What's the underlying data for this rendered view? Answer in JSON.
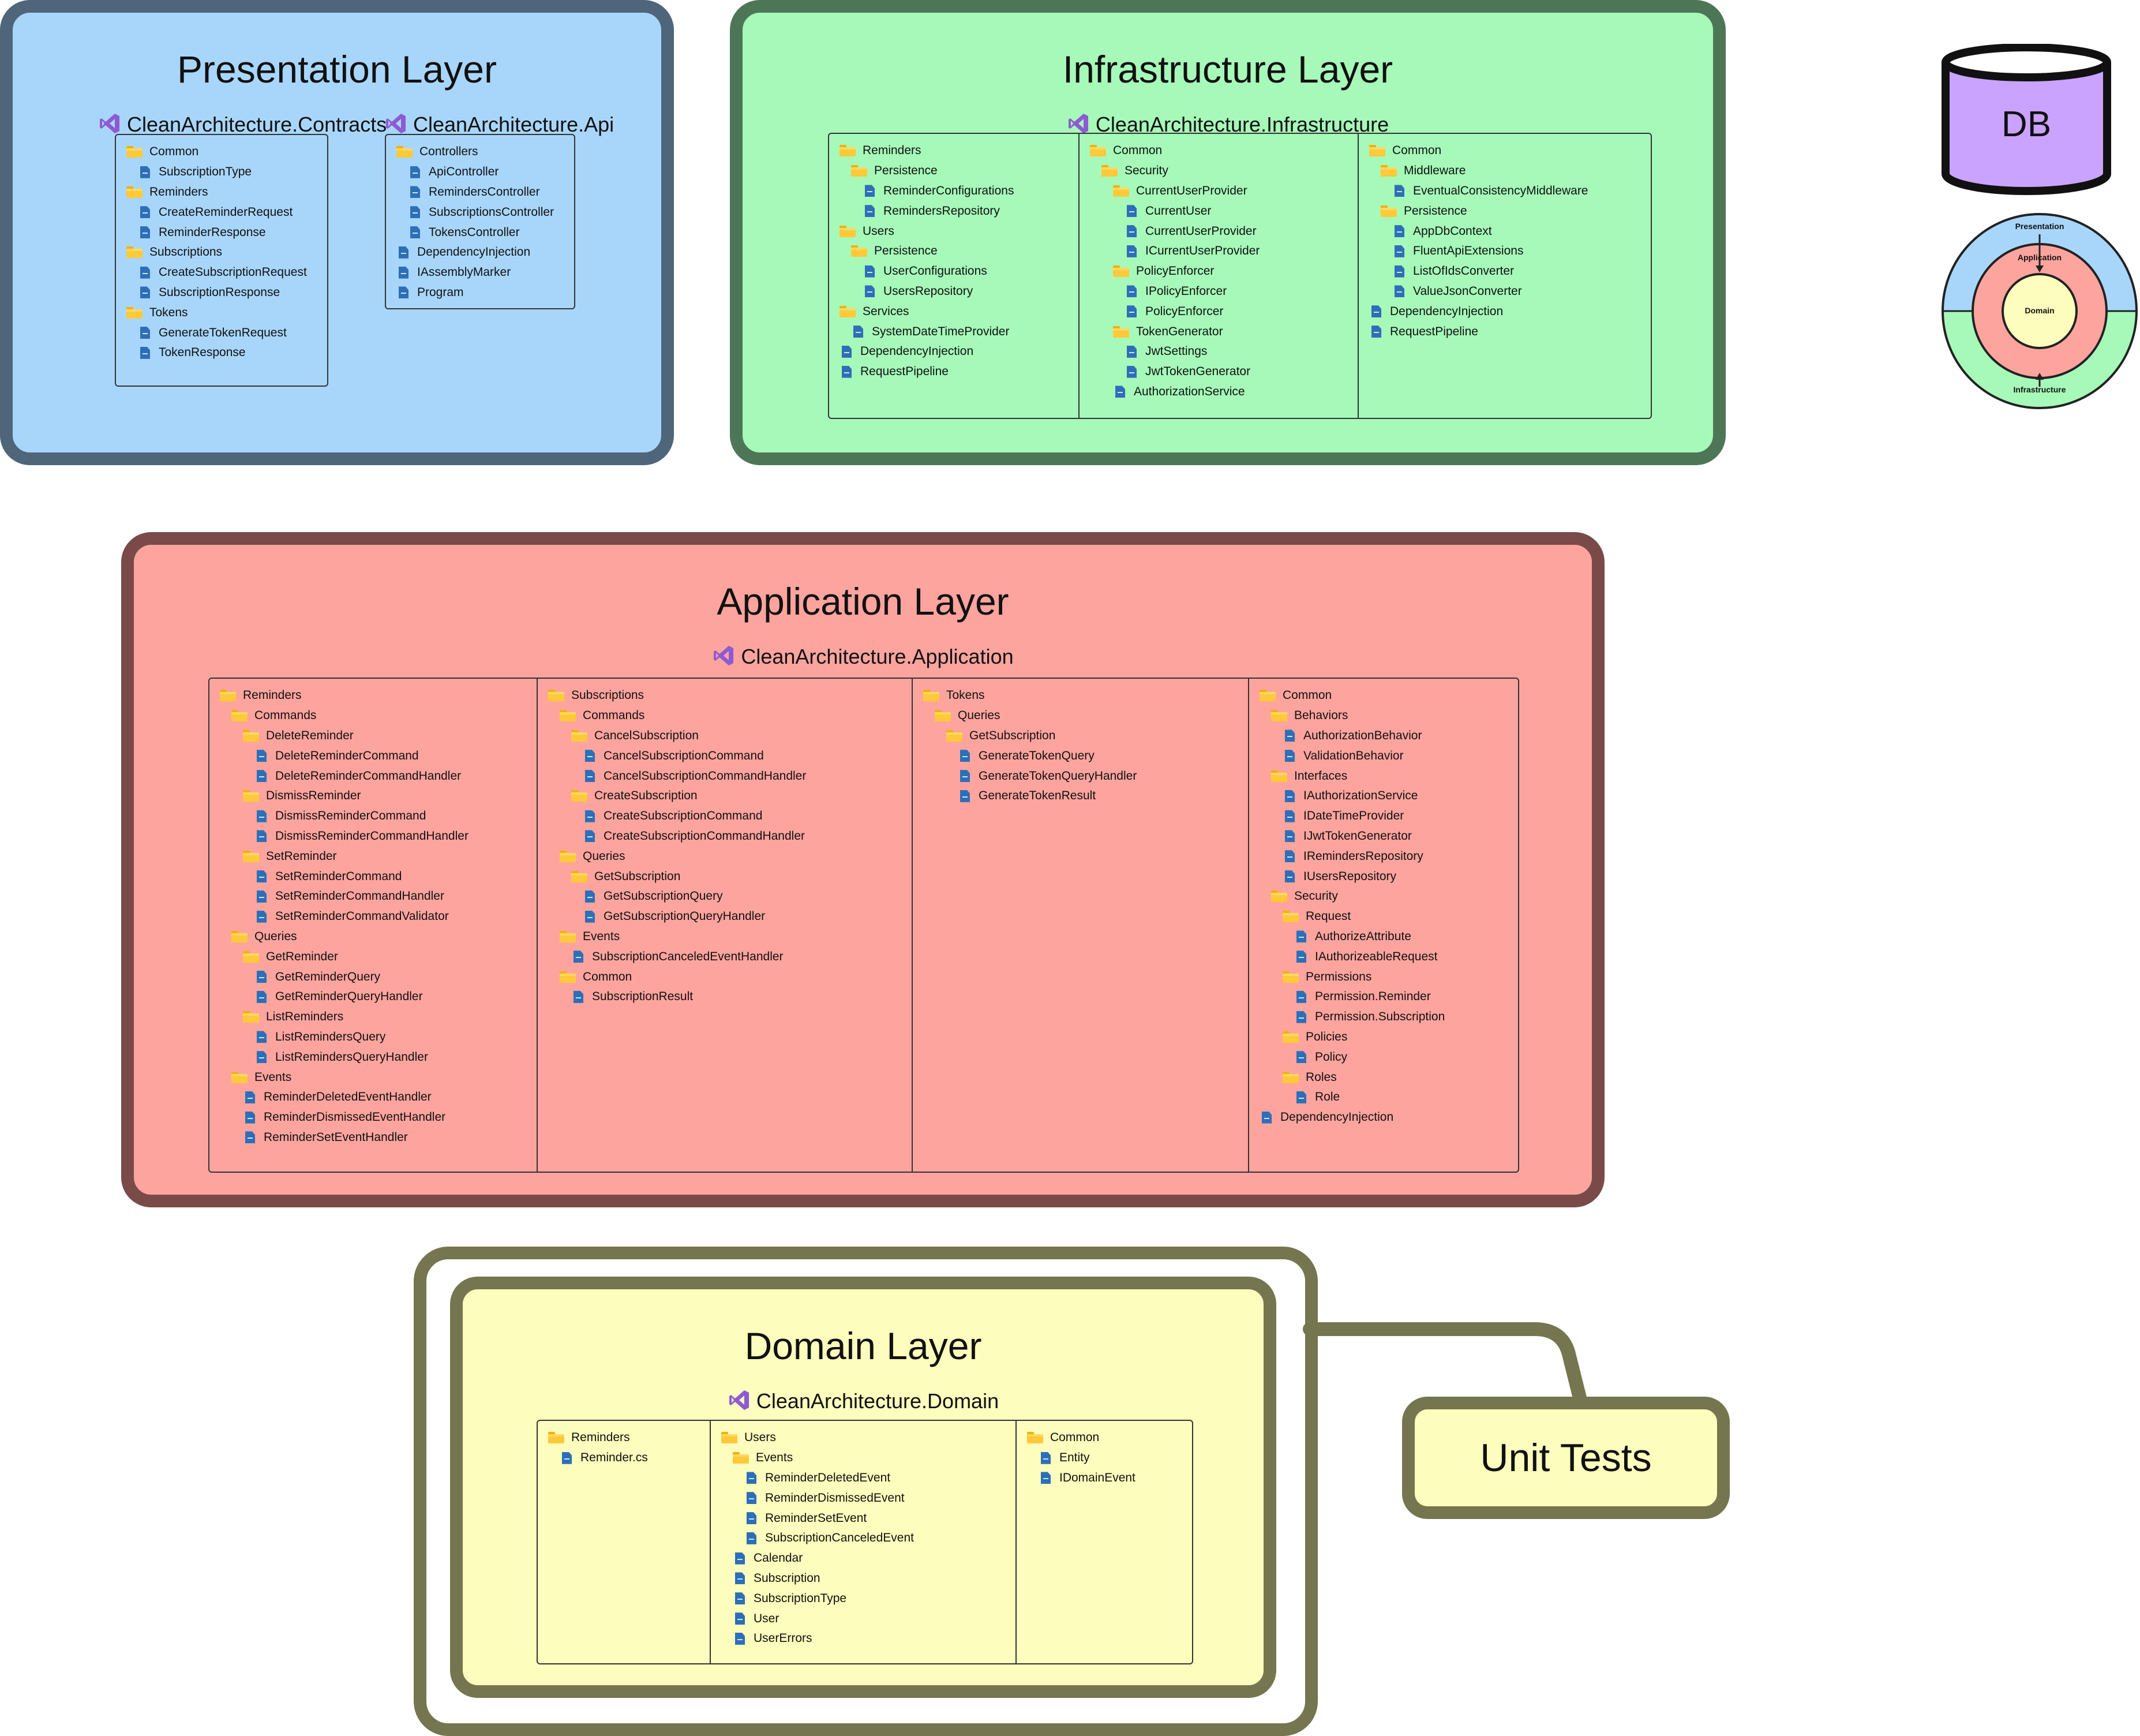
{
  "layers": {
    "presentation": {
      "title": "Presentation Layer",
      "bg": "#a8d6fb",
      "border": "#4e657a",
      "projects": [
        {
          "name": "CleanArchitecture.Contracts",
          "tree": [
            {
              "label": "Common",
              "type": "folder",
              "depth": 0
            },
            {
              "label": "SubscriptionType",
              "type": "file",
              "depth": 1
            },
            {
              "label": "Reminders",
              "type": "folder",
              "depth": 0
            },
            {
              "label": "CreateReminderRequest",
              "type": "file",
              "depth": 1
            },
            {
              "label": "ReminderResponse",
              "type": "file",
              "depth": 1
            },
            {
              "label": "Subscriptions",
              "type": "folder",
              "depth": 0
            },
            {
              "label": "CreateSubscriptionRequest",
              "type": "file",
              "depth": 1
            },
            {
              "label": "SubscriptionResponse",
              "type": "file",
              "depth": 1
            },
            {
              "label": "Tokens",
              "type": "folder",
              "depth": 0
            },
            {
              "label": "GenerateTokenRequest",
              "type": "file",
              "depth": 1
            },
            {
              "label": "TokenResponse",
              "type": "file",
              "depth": 1
            }
          ]
        },
        {
          "name": "CleanArchitecture.Api",
          "tree": [
            {
              "label": "Controllers",
              "type": "folder",
              "depth": 0
            },
            {
              "label": "ApiController",
              "type": "file",
              "depth": 1
            },
            {
              "label": "RemindersController",
              "type": "file",
              "depth": 1
            },
            {
              "label": "SubscriptionsController",
              "type": "file",
              "depth": 1
            },
            {
              "label": "TokensController",
              "type": "file",
              "depth": 1
            },
            {
              "label": "DependencyInjection",
              "type": "file",
              "depth": 0
            },
            {
              "label": "IAssemblyMarker",
              "type": "file",
              "depth": 0
            },
            {
              "label": "Program",
              "type": "file",
              "depth": 0
            }
          ]
        }
      ]
    },
    "infrastructure": {
      "title": "Infrastructure Layer",
      "bg": "#a6f9b9",
      "border": "#4d7656",
      "project": "CleanArchitecture.Infrastructure",
      "columns": [
        [
          {
            "label": "Reminders",
            "type": "folder",
            "depth": 0
          },
          {
            "label": "Persistence",
            "type": "folder",
            "depth": 1
          },
          {
            "label": "ReminderConfigurations",
            "type": "file",
            "depth": 2
          },
          {
            "label": "RemindersRepository",
            "type": "file",
            "depth": 2
          },
          {
            "label": "Users",
            "type": "folder",
            "depth": 0
          },
          {
            "label": "Persistence",
            "type": "folder",
            "depth": 1
          },
          {
            "label": "UserConfigurations",
            "type": "file",
            "depth": 2
          },
          {
            "label": "UsersRepository",
            "type": "file",
            "depth": 2
          },
          {
            "label": "Services",
            "type": "folder",
            "depth": 0
          },
          {
            "label": "SystemDateTimeProvider",
            "type": "file",
            "depth": 1
          },
          {
            "label": "DependencyInjection",
            "type": "file",
            "depth": 0
          },
          {
            "label": "RequestPipeline",
            "type": "file",
            "depth": 0
          }
        ],
        [
          {
            "label": "Common",
            "type": "folder",
            "depth": 0
          },
          {
            "label": "Security",
            "type": "folder",
            "depth": 1
          },
          {
            "label": "CurrentUserProvider",
            "type": "folder",
            "depth": 2
          },
          {
            "label": "CurrentUser",
            "type": "file",
            "depth": 3
          },
          {
            "label": "CurrentUserProvider",
            "type": "file",
            "depth": 3
          },
          {
            "label": "ICurrentUserProvider",
            "type": "file",
            "depth": 3
          },
          {
            "label": "PolicyEnforcer",
            "type": "folder",
            "depth": 2
          },
          {
            "label": "IPolicyEnforcer",
            "type": "file",
            "depth": 3
          },
          {
            "label": "PolicyEnforcer",
            "type": "file",
            "depth": 3
          },
          {
            "label": "TokenGenerator",
            "type": "folder",
            "depth": 2
          },
          {
            "label": "JwtSettings",
            "type": "file",
            "depth": 3
          },
          {
            "label": "JwtTokenGenerator",
            "type": "file",
            "depth": 3
          },
          {
            "label": "AuthorizationService",
            "type": "file",
            "depth": 2
          }
        ],
        [
          {
            "label": "Common",
            "type": "folder",
            "depth": 0
          },
          {
            "label": "Middleware",
            "type": "folder",
            "depth": 1
          },
          {
            "label": "EventualConsistencyMiddleware",
            "type": "file",
            "depth": 2
          },
          {
            "label": "Persistence",
            "type": "folder",
            "depth": 1
          },
          {
            "label": "AppDbContext",
            "type": "file",
            "depth": 2
          },
          {
            "label": "FluentApiExtensions",
            "type": "file",
            "depth": 2
          },
          {
            "label": "ListOfIdsConverter",
            "type": "file",
            "depth": 2
          },
          {
            "label": "ValueJsonConverter",
            "type": "file",
            "depth": 2
          },
          {
            "label": "DependencyInjection",
            "type": "file",
            "depth": 0
          },
          {
            "label": "RequestPipeline",
            "type": "file",
            "depth": 0
          }
        ]
      ]
    },
    "application": {
      "title": "Application Layer",
      "bg": "#fea49e",
      "border": "#7a4a48",
      "project": "CleanArchitecture.Application",
      "columns": [
        [
          {
            "label": "Reminders",
            "type": "folder",
            "depth": 0
          },
          {
            "label": "Commands",
            "type": "folder",
            "depth": 1
          },
          {
            "label": "DeleteReminder",
            "type": "folder",
            "depth": 2
          },
          {
            "label": "DeleteReminderCommand",
            "type": "file",
            "depth": 3
          },
          {
            "label": "DeleteReminderCommandHandler",
            "type": "file",
            "depth": 3
          },
          {
            "label": "DismissReminder",
            "type": "folder",
            "depth": 2
          },
          {
            "label": "DismissReminderCommand",
            "type": "file",
            "depth": 3
          },
          {
            "label": "DismissReminderCommandHandler",
            "type": "file",
            "depth": 3
          },
          {
            "label": "SetReminder",
            "type": "folder",
            "depth": 2
          },
          {
            "label": "SetReminderCommand",
            "type": "file",
            "depth": 3
          },
          {
            "label": "SetReminderCommandHandler",
            "type": "file",
            "depth": 3
          },
          {
            "label": "SetReminderCommandValidator",
            "type": "file",
            "depth": 3
          },
          {
            "label": "Queries",
            "type": "folder",
            "depth": 1
          },
          {
            "label": "GetReminder",
            "type": "folder",
            "depth": 2
          },
          {
            "label": "GetReminderQuery",
            "type": "file",
            "depth": 3
          },
          {
            "label": "GetReminderQueryHandler",
            "type": "file",
            "depth": 3
          },
          {
            "label": "ListReminders",
            "type": "folder",
            "depth": 2
          },
          {
            "label": "ListRemindersQuery",
            "type": "file",
            "depth": 3
          },
          {
            "label": "ListRemindersQueryHandler",
            "type": "file",
            "depth": 3
          },
          {
            "label": "Events",
            "type": "folder",
            "depth": 1
          },
          {
            "label": "ReminderDeletedEventHandler",
            "type": "file",
            "depth": 2
          },
          {
            "label": "ReminderDismissedEventHandler",
            "type": "file",
            "depth": 2
          },
          {
            "label": "ReminderSetEventHandler",
            "type": "file",
            "depth": 2
          }
        ],
        [
          {
            "label": "Subscriptions",
            "type": "folder",
            "depth": 0
          },
          {
            "label": "Commands",
            "type": "folder",
            "depth": 1
          },
          {
            "label": "CancelSubscription",
            "type": "folder",
            "depth": 2
          },
          {
            "label": "CancelSubscriptionCommand",
            "type": "file",
            "depth": 3
          },
          {
            "label": "CancelSubscriptionCommandHandler",
            "type": "file",
            "depth": 3
          },
          {
            "label": "CreateSubscription",
            "type": "folder",
            "depth": 2
          },
          {
            "label": "CreateSubscriptionCommand",
            "type": "file",
            "depth": 3
          },
          {
            "label": "CreateSubscriptionCommandHandler",
            "type": "file",
            "depth": 3
          },
          {
            "label": "Queries",
            "type": "folder",
            "depth": 1
          },
          {
            "label": "GetSubscription",
            "type": "folder",
            "depth": 2
          },
          {
            "label": "GetSubscriptionQuery",
            "type": "file",
            "depth": 3
          },
          {
            "label": "GetSubscriptionQueryHandler",
            "type": "file",
            "depth": 3
          },
          {
            "label": "Events",
            "type": "folder",
            "depth": 1
          },
          {
            "label": "SubscriptionCanceledEventHandler",
            "type": "file",
            "depth": 2
          },
          {
            "label": "Common",
            "type": "folder",
            "depth": 1
          },
          {
            "label": "SubscriptionResult",
            "type": "file",
            "depth": 2
          }
        ],
        [
          {
            "label": "Tokens",
            "type": "folder",
            "depth": 0
          },
          {
            "label": "Queries",
            "type": "folder",
            "depth": 1
          },
          {
            "label": "GetSubscription",
            "type": "folder",
            "depth": 2
          },
          {
            "label": "GenerateTokenQuery",
            "type": "file",
            "depth": 3
          },
          {
            "label": "GenerateTokenQueryHandler",
            "type": "file",
            "depth": 3
          },
          {
            "label": "GenerateTokenResult",
            "type": "file",
            "depth": 3
          }
        ],
        [
          {
            "label": "Common",
            "type": "folder",
            "depth": 0
          },
          {
            "label": "Behaviors",
            "type": "folder",
            "depth": 1
          },
          {
            "label": "AuthorizationBehavior",
            "type": "file",
            "depth": 2
          },
          {
            "label": "ValidationBehavior",
            "type": "file",
            "depth": 2
          },
          {
            "label": "Interfaces",
            "type": "folder",
            "depth": 1
          },
          {
            "label": "IAuthorizationService",
            "type": "file",
            "depth": 2
          },
          {
            "label": "IDateTimeProvider",
            "type": "file",
            "depth": 2
          },
          {
            "label": "IJwtTokenGenerator",
            "type": "file",
            "depth": 2
          },
          {
            "label": "IRemindersRepository",
            "type": "file",
            "depth": 2
          },
          {
            "label": "IUsersRepository",
            "type": "file",
            "depth": 2
          },
          {
            "label": "Security",
            "type": "folder",
            "depth": 1
          },
          {
            "label": "Request",
            "type": "folder",
            "depth": 2
          },
          {
            "label": "AuthorizeAttribute",
            "type": "file",
            "depth": 3
          },
          {
            "label": "IAuthorizeableRequest",
            "type": "file",
            "depth": 3
          },
          {
            "label": "Permissions",
            "type": "folder",
            "depth": 2
          },
          {
            "label": "Permission.Reminder",
            "type": "file",
            "depth": 3
          },
          {
            "label": "Permission.Subscription",
            "type": "file",
            "depth": 3
          },
          {
            "label": "Policies",
            "type": "folder",
            "depth": 2
          },
          {
            "label": "Policy",
            "type": "file",
            "depth": 3
          },
          {
            "label": "Roles",
            "type": "folder",
            "depth": 2
          },
          {
            "label": "Role",
            "type": "file",
            "depth": 3
          },
          {
            "label": "DependencyInjection",
            "type": "file",
            "depth": 0
          }
        ]
      ]
    },
    "domain": {
      "title": "Domain Layer",
      "bg": "#fdfdbd",
      "border": "#75754f",
      "project": "CleanArchitecture.Domain",
      "columns": [
        [
          {
            "label": "Reminders",
            "type": "folder",
            "depth": 0
          },
          {
            "label": "Reminder.cs",
            "type": "file",
            "depth": 1
          }
        ],
        [
          {
            "label": "Users",
            "type": "folder",
            "depth": 0
          },
          {
            "label": "Events",
            "type": "folder",
            "depth": 1
          },
          {
            "label": "ReminderDeletedEvent",
            "type": "file",
            "depth": 2
          },
          {
            "label": "ReminderDismissedEvent",
            "type": "file",
            "depth": 2
          },
          {
            "label": "ReminderSetEvent",
            "type": "file",
            "depth": 2
          },
          {
            "label": "SubscriptionCanceledEvent",
            "type": "file",
            "depth": 2
          },
          {
            "label": "Calendar",
            "type": "file",
            "depth": 1
          },
          {
            "label": "Subscription",
            "type": "file",
            "depth": 1
          },
          {
            "label": "SubscriptionType",
            "type": "file",
            "depth": 1
          },
          {
            "label": "User",
            "type": "file",
            "depth": 1
          },
          {
            "label": "UserErrors",
            "type": "file",
            "depth": 1
          }
        ],
        [
          {
            "label": "Common",
            "type": "folder",
            "depth": 0
          },
          {
            "label": "Entity",
            "type": "file",
            "depth": 1
          },
          {
            "label": "IDomainEvent",
            "type": "file",
            "depth": 1
          }
        ]
      ]
    }
  },
  "unit_tests": {
    "label": "Unit Tests",
    "bg": "#fdfdbd",
    "border": "#75754f"
  },
  "db": {
    "label": "DB",
    "fill": "#c9a3ff"
  },
  "onion": {
    "presentation": "Presentation",
    "application": "Application",
    "domain": "Domain",
    "infrastructure": "Infrastructure"
  }
}
